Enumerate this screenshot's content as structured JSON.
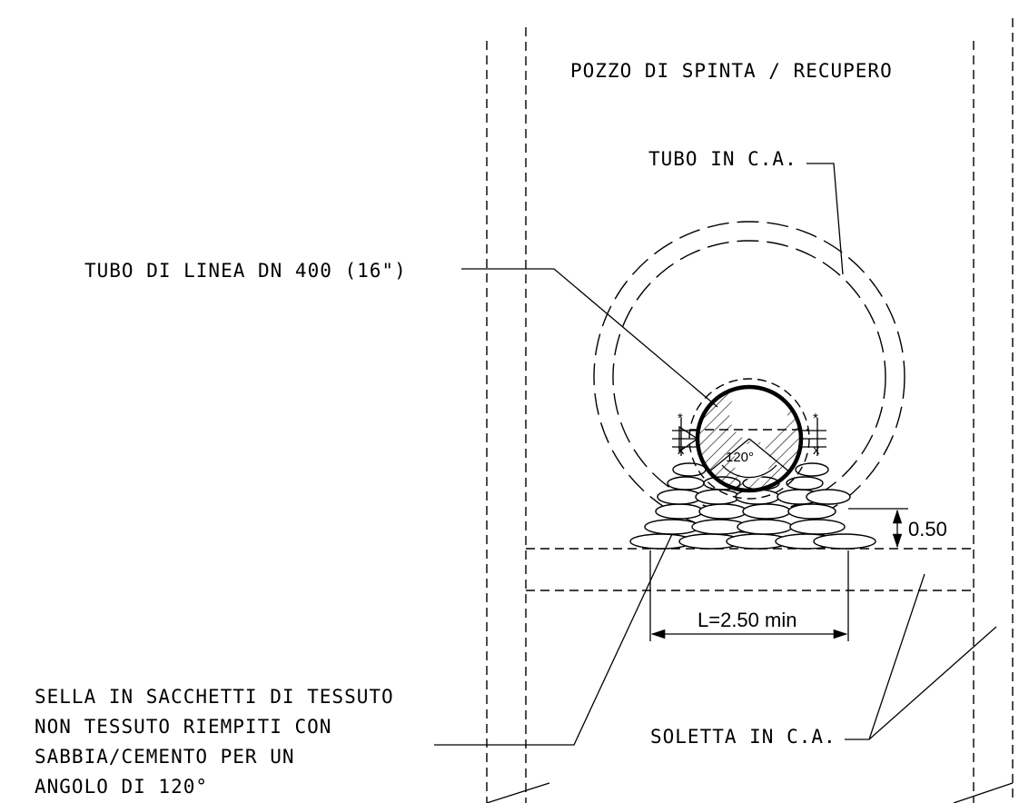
{
  "drawing": {
    "labels": {
      "pozzo": "POZZO DI SPINTA / RECUPERO",
      "tubo_ca": "TUBO IN C.A.",
      "tubo_linea": "TUBO DI  LINEA DN 400 (16\")",
      "angle_mark": "120°",
      "height_dim": "0.50",
      "length_dim": "L=2.50 min",
      "soletta": "SOLETTA IN C.A.",
      "sella_lines": [
        "SELLA IN SACCHETTI  DI  TESSUTO",
        "NON TESSUTO RIEMPITI  CON",
        "SABBIA/CEMENTO PER UN",
        "ANGOLO DI   120°"
      ]
    }
  }
}
